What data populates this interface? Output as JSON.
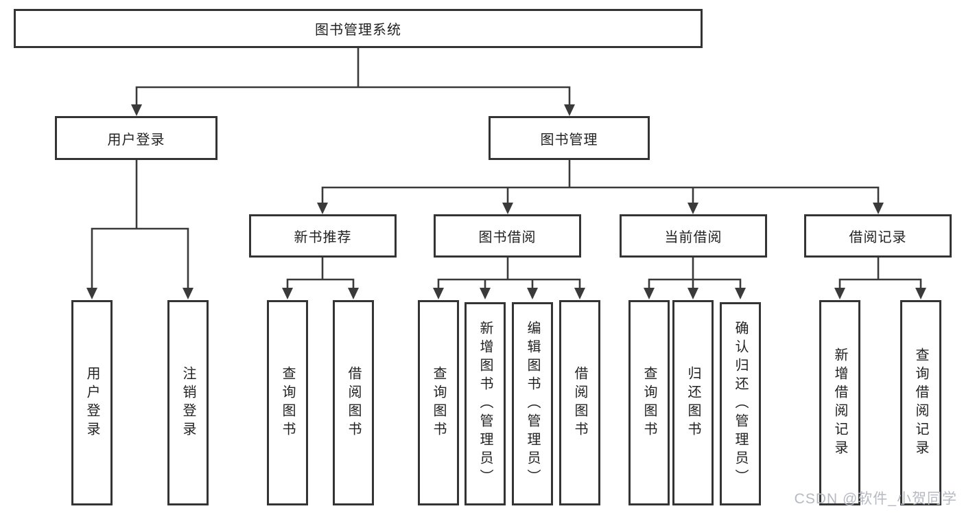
{
  "tree": {
    "label": "图书管理系统",
    "children": [
      {
        "label": "用户登录",
        "children": [
          {
            "label": "用户登录"
          },
          {
            "label": "注销登录"
          }
        ]
      },
      {
        "label": "图书管理",
        "children": [
          {
            "label": "新书推荐",
            "children": [
              {
                "label": "查询图书"
              },
              {
                "label": "借阅图书"
              }
            ]
          },
          {
            "label": "图书借阅",
            "children": [
              {
                "label": "查询图书"
              },
              {
                "label": "新增图书（管理员）"
              },
              {
                "label": "编辑图书（管理员）"
              },
              {
                "label": "借阅图书"
              }
            ]
          },
          {
            "label": "当前借阅",
            "children": [
              {
                "label": "查询图书"
              },
              {
                "label": "归还图书"
              },
              {
                "label": "确认归还（管理员）"
              }
            ]
          },
          {
            "label": "借阅记录",
            "children": [
              {
                "label": "新增借阅记录"
              },
              {
                "label": "查询借阅记录"
              }
            ]
          }
        ]
      }
    ]
  },
  "watermark": {
    "text": "CSDN @软件_小贺同学"
  },
  "colors": {
    "line": "#3a3a3a",
    "box_border": "#343434",
    "text": "#222222",
    "watermark": "#b7b9c2",
    "background": "#ffffff"
  }
}
